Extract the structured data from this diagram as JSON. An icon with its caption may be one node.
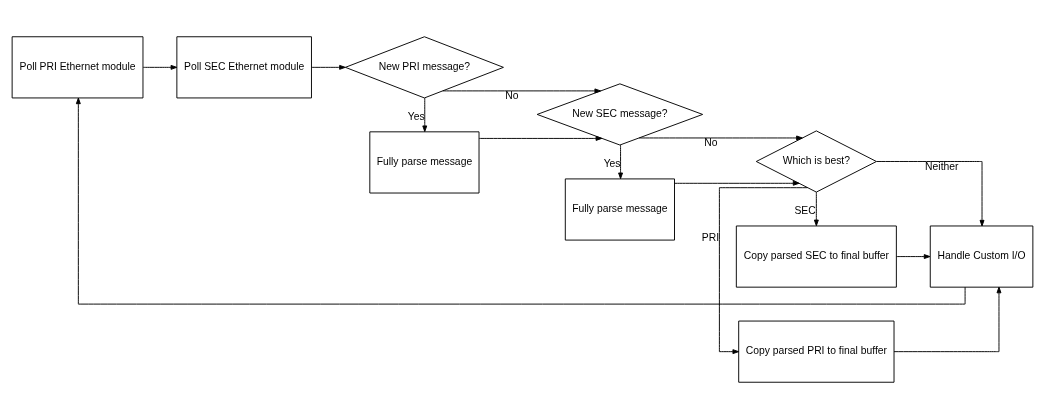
{
  "diagram": {
    "nodes": [
      {
        "text": [
          "Poll PRI Ethernet module"
        ]
      },
      {
        "text": [
          "Poll SEC Ethernet module"
        ]
      },
      {
        "text": [
          "New PRI message?"
        ]
      },
      {
        "text": [
          "Fully parse message"
        ]
      },
      {
        "text": [
          "New SEC message?"
        ]
      },
      {
        "text": [
          "Fully parse message"
        ]
      },
      {
        "text": [
          "Which is best?"
        ]
      },
      {
        "text": [
          "Copy parsed PRI to final buffer"
        ]
      },
      {
        "text": [
          "Copy parsed SEC to final buffer"
        ]
      },
      {
        "text": [
          "Handle Custom I/O"
        ]
      }
    ],
    "edges": [
      {
        "from": 0,
        "to": 1,
        "arrow": "to"
      },
      {
        "from": 1,
        "to": 2,
        "arrow": "to"
      },
      {
        "from": 2,
        "to": 3,
        "arrow": "to",
        "label": "Yes"
      },
      {
        "from": 2,
        "to": 4,
        "arrow": "to",
        "label": "No"
      },
      {
        "from": 3,
        "to": 4,
        "arrow": "to"
      },
      {
        "from": 4,
        "to": 5,
        "arrow": "to",
        "label": "Yes"
      },
      {
        "from": 4,
        "to": 6,
        "arrow": "to",
        "label": "No"
      },
      {
        "from": 5,
        "to": 6,
        "arrow": "to"
      },
      {
        "from": 6,
        "to": 7,
        "arrow": "to",
        "label": "PRI"
      },
      {
        "from": 6,
        "to": 8,
        "arrow": "to",
        "label": "SEC"
      },
      {
        "from": 6,
        "to": 9,
        "arrow": "to",
        "label": "Neither"
      },
      {
        "from": 7,
        "to": 9,
        "arrow": "to"
      },
      {
        "from": 8,
        "to": 9,
        "arrow": "to"
      },
      {
        "from": 9,
        "to": 0,
        "arrow": "to"
      }
    ]
  }
}
